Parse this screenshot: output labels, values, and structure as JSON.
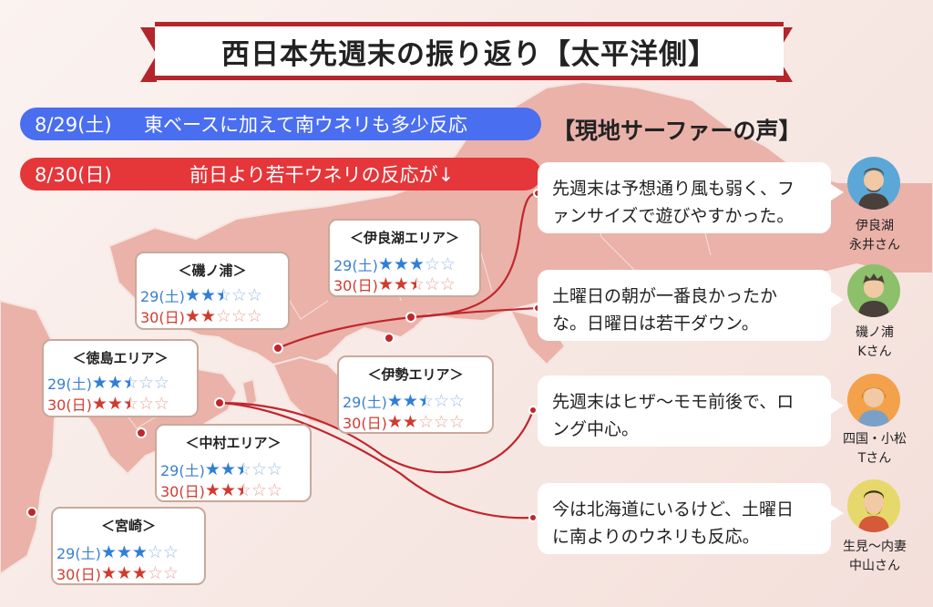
{
  "title": "西日本先週末の振り返り【太平洋側】",
  "summary": {
    "sat": {
      "date": "8/29(土)",
      "text": "東ベースに加えて南ウネリも多少反応",
      "color": "#4a6ef0"
    },
    "sun": {
      "date": "8/30(日)",
      "text": "前日より若干ウネリの反応が↓",
      "color": "#e5363a"
    }
  },
  "voices_heading": "【現地サーファーの声】",
  "areas": [
    {
      "name": "＜伊良湖エリア＞",
      "sat": {
        "label": "29(土)",
        "stars": 3
      },
      "sun": {
        "label": "30(日)",
        "stars": 2.5
      }
    },
    {
      "name": "＜磯ノ浦＞",
      "sat": {
        "label": "29(土)",
        "stars": 2.5
      },
      "sun": {
        "label": "30(日)",
        "stars": 2
      }
    },
    {
      "name": "＜徳島エリア＞",
      "sat": {
        "label": "29(土)",
        "stars": 2.5
      },
      "sun": {
        "label": "30(日)",
        "stars": 2.5
      }
    },
    {
      "name": "＜伊勢エリア＞",
      "sat": {
        "label": "29(土)",
        "stars": 2.5
      },
      "sun": {
        "label": "30(日)",
        "stars": 2
      }
    },
    {
      "name": "＜中村エリア＞",
      "sat": {
        "label": "29(土)",
        "stars": 2.5
      },
      "sun": {
        "label": "30(日)",
        "stars": 2.5
      }
    },
    {
      "name": "＜宮崎＞",
      "sat": {
        "label": "29(土)",
        "stars": 3
      },
      "sun": {
        "label": "30(日)",
        "stars": 3
      }
    }
  ],
  "comments": [
    {
      "lines": [
        "先週末は予想通り風も弱く、フ",
        "ァンサイズで遊びやすかった。"
      ],
      "person": [
        "伊良湖",
        "永井さん"
      ],
      "avatar_bg": "#5ba8d8"
    },
    {
      "lines": [
        "土曜日の朝が一番良かったか",
        "な。日曜日は若干ダウン。"
      ],
      "person": [
        "磯ノ浦",
        "Kさん"
      ],
      "avatar_bg": "#8cc06a"
    },
    {
      "lines": [
        "先週末はヒザ〜モモ前後で、ロ",
        "ング中心。"
      ],
      "person": [
        "四国・小松",
        "Tさん"
      ],
      "avatar_bg": "#f3a14a"
    },
    {
      "lines": [
        "今は北海道にいるけど、土曜日",
        "に南よりのウネリも反応。"
      ],
      "person": [
        "生見〜内妻",
        "中山さん"
      ],
      "avatar_bg": "#e6d86a"
    }
  ],
  "colors": {
    "accent": "#b3262b",
    "connector": "#c0262d",
    "card_border": "#c9a99b"
  }
}
